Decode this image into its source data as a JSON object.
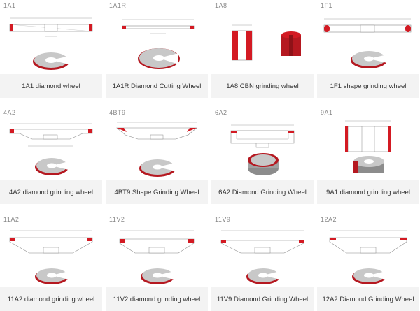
{
  "colors": {
    "accent": "#d31a23",
    "hatch": "#9a9a9a",
    "caption_bg": "#f3f3f3"
  },
  "products": [
    {
      "code": "1A1",
      "label": "1A1 diamond wheel",
      "icon": "flat-wheel-icon"
    },
    {
      "code": "1A1R",
      "label": "1A1R Diamond Cutting Wheel",
      "icon": "cutting-wheel-icon"
    },
    {
      "code": "1A8",
      "label": "1A8 CBN grinding wheel",
      "icon": "cylinder-wheel-icon"
    },
    {
      "code": "1F1",
      "label": "1F1 shape grinding wheel",
      "icon": "round-edge-wheel-icon"
    },
    {
      "code": "4A2",
      "label": "4A2 diamond grinding wheel",
      "icon": "dish-wheel-icon"
    },
    {
      "code": "4BT9",
      "label": "4BT9 Shape Grinding Wheel",
      "icon": "bevel-dish-wheel-icon"
    },
    {
      "code": "6A2",
      "label": "6A2 Diamond Grinding Wheel",
      "icon": "cup-wheel-icon"
    },
    {
      "code": "9A1",
      "label": "9A1 diamond grinding wheel",
      "icon": "ring-wheel-icon"
    },
    {
      "code": "11A2",
      "label": "11A2 diamond grinding wheel",
      "icon": "flaring-cup-wheel-icon"
    },
    {
      "code": "11V2",
      "label": "11V2 diamond grinding wheel",
      "icon": "flaring-cup-wheel-icon"
    },
    {
      "code": "11V9",
      "label": "11V9 Diamond Grinding Wheel",
      "icon": "flaring-cup-wheel-icon"
    },
    {
      "code": "12A2",
      "label": "12A2 Diamond Grinding Wheel",
      "icon": "dish-wheel-icon"
    }
  ]
}
